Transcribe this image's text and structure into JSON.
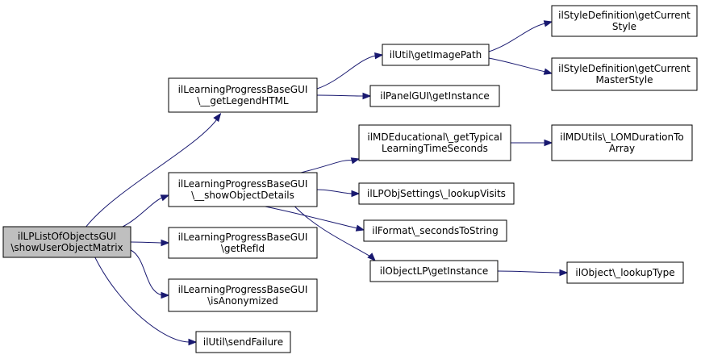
{
  "colors": {
    "edge": "#191970",
    "node_fill": "#ffffff",
    "root_fill": "#bfbfbf",
    "border": "#000000"
  },
  "nodes": [
    {
      "id": "root",
      "lines": [
        "ilLPListOfObjectsGUI",
        "\\showUserObjectMatrix"
      ],
      "highlight": true
    },
    {
      "id": "legend",
      "lines": [
        "ilLearningProgressBaseGUI",
        "\\__getLegendHTML"
      ]
    },
    {
      "id": "showobj",
      "lines": [
        "ilLearningProgressBaseGUI",
        "\\__showObjectDetails"
      ]
    },
    {
      "id": "getrefid",
      "lines": [
        "ilLearningProgressBaseGUI",
        "\\getRefId"
      ]
    },
    {
      "id": "isanon",
      "lines": [
        "ilLearningProgressBaseGUI",
        "\\isAnonymized"
      ]
    },
    {
      "id": "sendfail",
      "lines": [
        "ilUtil\\sendFailure"
      ]
    },
    {
      "id": "imgpath",
      "lines": [
        "ilUtil\\getImagePath"
      ]
    },
    {
      "id": "panel",
      "lines": [
        "ilPanelGUI\\getInstance"
      ]
    },
    {
      "id": "curstyle",
      "lines": [
        "ilStyleDefinition\\getCurrent",
        "Style"
      ]
    },
    {
      "id": "curmaster",
      "lines": [
        "ilStyleDefinition\\getCurrent",
        "MasterStyle"
      ]
    },
    {
      "id": "mdedu",
      "lines": [
        "ilMDEducational\\_getTypical",
        "LearningTimeSeconds"
      ]
    },
    {
      "id": "lomdur",
      "lines": [
        "ilMDUtils\\_LOMDurationTo",
        "Array"
      ]
    },
    {
      "id": "lpvisits",
      "lines": [
        "ilLPObjSettings\\_lookupVisits"
      ]
    },
    {
      "id": "format",
      "lines": [
        "ilFormat\\_secondsToString"
      ]
    },
    {
      "id": "objlp",
      "lines": [
        "ilObjectLP\\getInstance"
      ]
    },
    {
      "id": "lookuptype",
      "lines": [
        "ilObject\\_lookupType"
      ]
    }
  ],
  "edges": [
    [
      "root",
      "legend"
    ],
    [
      "root",
      "showobj"
    ],
    [
      "root",
      "getrefid"
    ],
    [
      "root",
      "isanon"
    ],
    [
      "root",
      "sendfail"
    ],
    [
      "legend",
      "imgpath"
    ],
    [
      "legend",
      "panel"
    ],
    [
      "imgpath",
      "curstyle"
    ],
    [
      "imgpath",
      "curmaster"
    ],
    [
      "showobj",
      "mdedu"
    ],
    [
      "showobj",
      "lpvisits"
    ],
    [
      "showobj",
      "format"
    ],
    [
      "showobj",
      "objlp"
    ],
    [
      "mdedu",
      "lomdur"
    ],
    [
      "objlp",
      "lookuptype"
    ]
  ]
}
